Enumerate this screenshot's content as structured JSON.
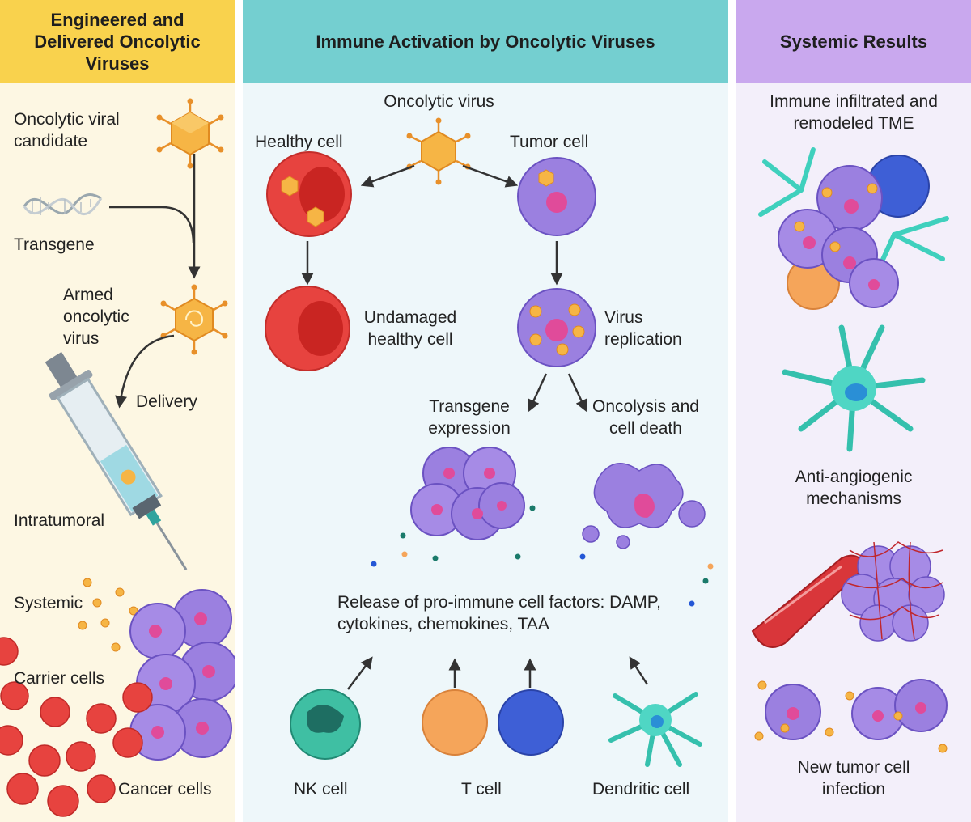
{
  "headers": {
    "left": "Engineered and Delivered Oncolytic Viruses",
    "middle": "Immune Activation by Oncolytic Viruses",
    "right": "Systemic Results"
  },
  "left": {
    "candidate": "Oncolytic viral candidate",
    "transgene": "Transgene",
    "armed": "Armed oncolytic virus",
    "delivery": "Delivery",
    "intratumoral": "Intratumoral",
    "systemic": "Systemic",
    "carrier": "Carrier cells",
    "cancer": "Cancer cells"
  },
  "middle": {
    "virus": "Oncolytic virus",
    "healthy": "Healthy cell",
    "tumor": "Tumor cell",
    "undamaged": "Undamaged healthy cell",
    "replication": "Virus replication",
    "transgene_expr": "Transgene expression",
    "oncolysis": "Oncolysis and cell death",
    "release": "Release of pro-immune cell factors: DAMP, cytokines, chemokines, TAA",
    "nk": "NK cell",
    "tcell": "T cell",
    "dendritic": "Dendritic cell"
  },
  "right": {
    "tme": "Immune infiltrated and remodeled TME",
    "angio": "Anti-angiogenic mechanisms",
    "newinf": "New tumor cell infection"
  },
  "colors": {
    "yellow": "#f9d24d",
    "teal": "#74cfd0",
    "purple": "#c9a8ee",
    "virus": "#f3a93c",
    "tumor": "#9b80e0",
    "healthy": "#e7433f",
    "nk": "#3fbfa3",
    "tcell_orange": "#f5a55a",
    "tcell_blue": "#3e5fd6",
    "dendritic": "#4fd6c4"
  }
}
